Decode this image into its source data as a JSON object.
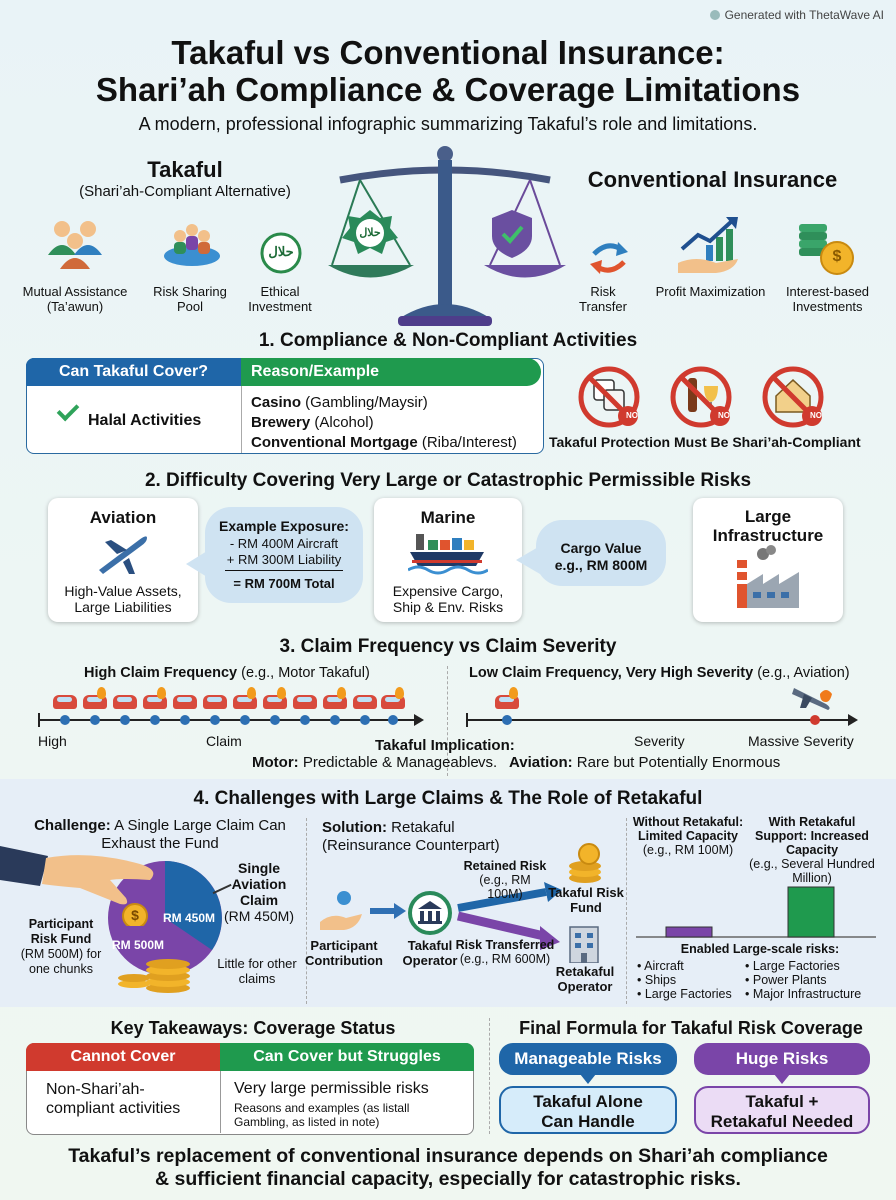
{
  "watermark": "Generated with ThetaWave AI",
  "title": {
    "line1": "Takaful vs Conventional Insurance:",
    "line2": "Shari’ah Compliance & Coverage Limitations",
    "subtitle": "A modern, professional infographic summarizing Takaful’s role and limitations."
  },
  "takaful": {
    "heading": "Takaful",
    "sub": "(Shari’ah-Compliant Alternative)",
    "features": [
      {
        "label": "Mutual Assistance (Ta’awun)",
        "icon": "people-icon"
      },
      {
        "label": "Risk Sharing Pool",
        "icon": "pool-icon"
      },
      {
        "label": "Ethical Investment",
        "icon": "halal-icon"
      }
    ]
  },
  "scale": {
    "halal_text": "حلال"
  },
  "conventional": {
    "heading": "Conventional Insurance",
    "features": [
      {
        "label": "Risk Transfer",
        "icon": "arrows-icon"
      },
      {
        "label": "Profit Maximization",
        "icon": "growth-icon"
      },
      {
        "label": "Interest-based Investments",
        "icon": "coins-icon"
      }
    ]
  },
  "section1": {
    "title": "1. Compliance & Non-Compliant Activities",
    "col1": "Can Takaful Cover?",
    "col2": "Reason/Example",
    "halal": "Halal Activities",
    "rows": [
      {
        "b": "Casino",
        "t": " (Gambling/Maysir)"
      },
      {
        "b": "Brewery",
        "t": " (Alcohol)"
      },
      {
        "b": "Conventional Mortgage",
        "t": " (Riba/Interest)"
      }
    ],
    "no_label": "NO",
    "caption": "Takaful Protection Must Be Shari’ah-Compliant"
  },
  "section2": {
    "title": "2. Difficulty Covering Very Large or Catastrophic Permissible Risks",
    "aviation": {
      "title": "Aviation",
      "desc": "High-Value Assets, Large Liabilities"
    },
    "exposure": {
      "title": "Example Exposure:",
      "l1": "- RM 400M Aircraft",
      "l2": "+ RM 300M Liability",
      "total": "= RM 700M Total"
    },
    "marine": {
      "title": "Marine",
      "desc": "Expensive Cargo, Ship & Env. Risks"
    },
    "cargo": {
      "l1": "Cargo Value",
      "l2": "e.g., RM 800M"
    },
    "infra": {
      "title": "Large Infrastructure"
    }
  },
  "section3": {
    "title": "3. Claim Frequency vs Claim Severity",
    "left_b": "High Claim Frequency",
    "left_t": " (e.g., Motor Takaful)",
    "right_b": "Low Claim Frequency, Very High Severity",
    "right_t": " (e.g., Aviation)",
    "ax_high": "High",
    "ax_claim": "Claim",
    "ax_sev": "Severity",
    "ax_mass": "Massive Severity",
    "impl": "Takaful Implication:",
    "motor_b": "Motor:",
    "motor_t": " Predictable & Manageable",
    "vs": "vs.",
    "avi_b": "Aviation:",
    "avi_t": " Rare but Potentially Enormous"
  },
  "section4": {
    "title": "4. Challenges with Large Claims & The Role of Retakaful",
    "ch_b": "Challenge:",
    "ch_t": " A Single Large Claim Can Exhaust the Fund",
    "pie_450": "RM 450M",
    "pie_500": "RM 500M",
    "single": "Single Aviation Claim",
    "single_amt": "(RM 450M)",
    "little": "Little for other claims",
    "prf": "Participant Risk Fund",
    "prf_amt": "(RM 500M) for one chunks",
    "sol_b": "Solution:",
    "sol_t": " Retakaful (Reinsurance Counterpart)",
    "participant": "Participant Contribution",
    "operator": "Takaful Operator",
    "retained_b": "Retained Risk",
    "retained_t": "(e.g., RM 100M)",
    "fund": "Takaful Risk Fund",
    "transferred_b": "Risk Transferred",
    "transferred_t": "(e.g., RM 600M)",
    "reop": "Retakaful Operator",
    "without_b": "Without Retakaful: Limited Capacity",
    "without_t": "(e.g., RM 100M)",
    "with_b": "With Retakaful Support: Increased Capacity",
    "with_t": "(e.g., Several Hundred Million)",
    "enabled": "Enabled Large-scale risks:",
    "list_left": [
      "Aircraft",
      "Ships",
      "Large Factories"
    ],
    "list_right": [
      "Large Factories",
      "Power Plants",
      "Major Infrastructure"
    ]
  },
  "capacity_chart": {
    "type": "bar",
    "categories": [
      "Without Retakaful",
      "With Retakaful"
    ],
    "values": [
      100,
      600
    ]
  },
  "takeaways": {
    "title": "Key Takeaways: Coverage Status",
    "cannot": "Cannot Cover",
    "cannot_text": "Non-Shari’ah-compliant activities",
    "struggles": "Can Cover but Struggles",
    "struggles_text": "Very large permissible risks",
    "struggles_note": "Reasons and examples (as listall Gambling, as listed in note)"
  },
  "formula": {
    "title": "Final Formula for Takaful Risk Coverage",
    "manageable": "Manageable Risks",
    "manageable_text": "Takaful Alone Can Handle",
    "huge": "Huge Risks",
    "huge_text": "Takaful + Retakaful Needed"
  },
  "footer": {
    "l1": "Takaful’s replacement of conventional insurance depends on Shari’ah compliance",
    "l2": "& sufficient financial capacity, especially for catastrophic risks."
  },
  "colors": {
    "blue": "#1f66a8",
    "green": "#1f9a4e",
    "red": "#d03a2e",
    "purple": "#7a45a8"
  }
}
